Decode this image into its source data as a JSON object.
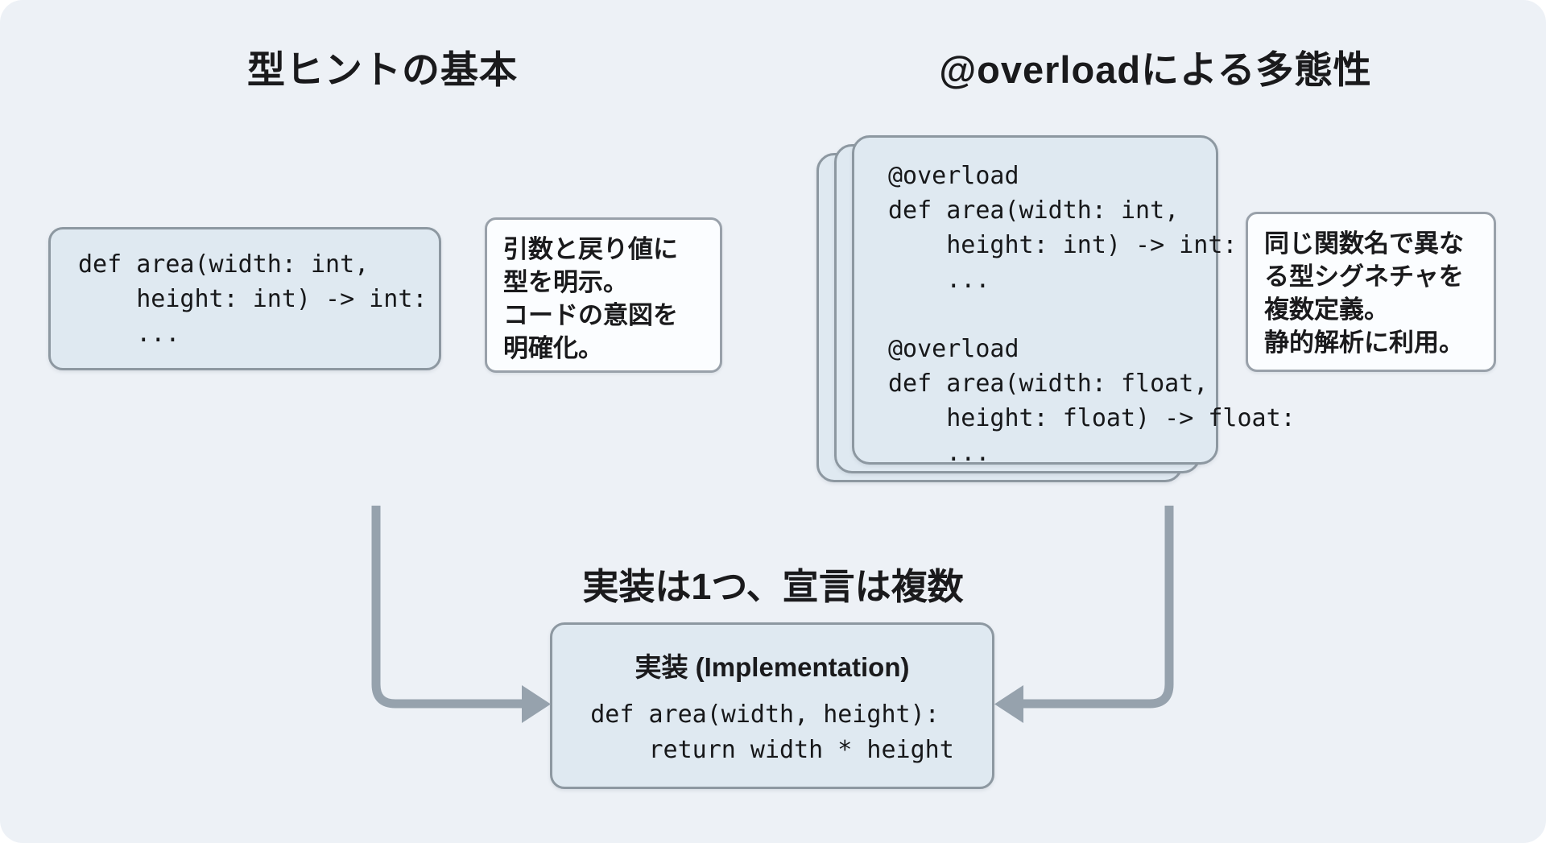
{
  "diagram": {
    "left": {
      "title": "型ヒントの基本",
      "code": "def area(width: int,\n    height: int) -> int:\n    ...",
      "note": "引数と戻り値に\n型を明示。\nコードの意図を\n明確化。"
    },
    "right": {
      "title": "@overloadによる多態性",
      "code": "@overload\ndef area(width: int,\n    height: int) -> int:\n    ...\n\n@overload\ndef area(width: float,\n    height: float) -> float:\n    ...",
      "note": "同じ関数名で異な\nる型シグネチャを\n複数定義。\n静的解析に利用。"
    },
    "center": {
      "heading": "実装は1つ、宣言は複数",
      "implementation_title": "実装 (Implementation)",
      "implementation_code": "def area(width, height):\n    return width * height"
    },
    "colors": {
      "background": "#edf1f6",
      "card_fill": "#dfe9f1",
      "card_border": "#8d98a1",
      "note_fill": "#fbfdff",
      "note_border": "#99a1aa",
      "arrow": "#96a2ad",
      "text": "#1c1c1e"
    }
  }
}
